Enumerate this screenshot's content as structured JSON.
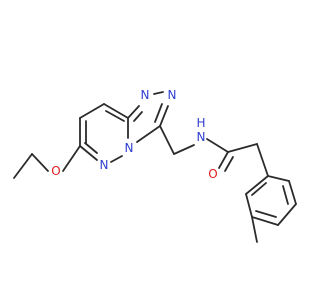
{
  "structure": {
    "colors": {
      "bond": "#2b2b2b",
      "nitrogen": "#2f3fd0",
      "oxygen": "#e01e1e",
      "background": "#ffffff"
    },
    "atom_labels": {
      "n_triazole_1": "N",
      "n_triazole_2": "N",
      "n_bridge": "N",
      "n_pyridazine": "N",
      "o_ethoxy": "O",
      "nh_amide": "N",
      "h_amide": "H",
      "o_carbonyl": "O"
    }
  }
}
